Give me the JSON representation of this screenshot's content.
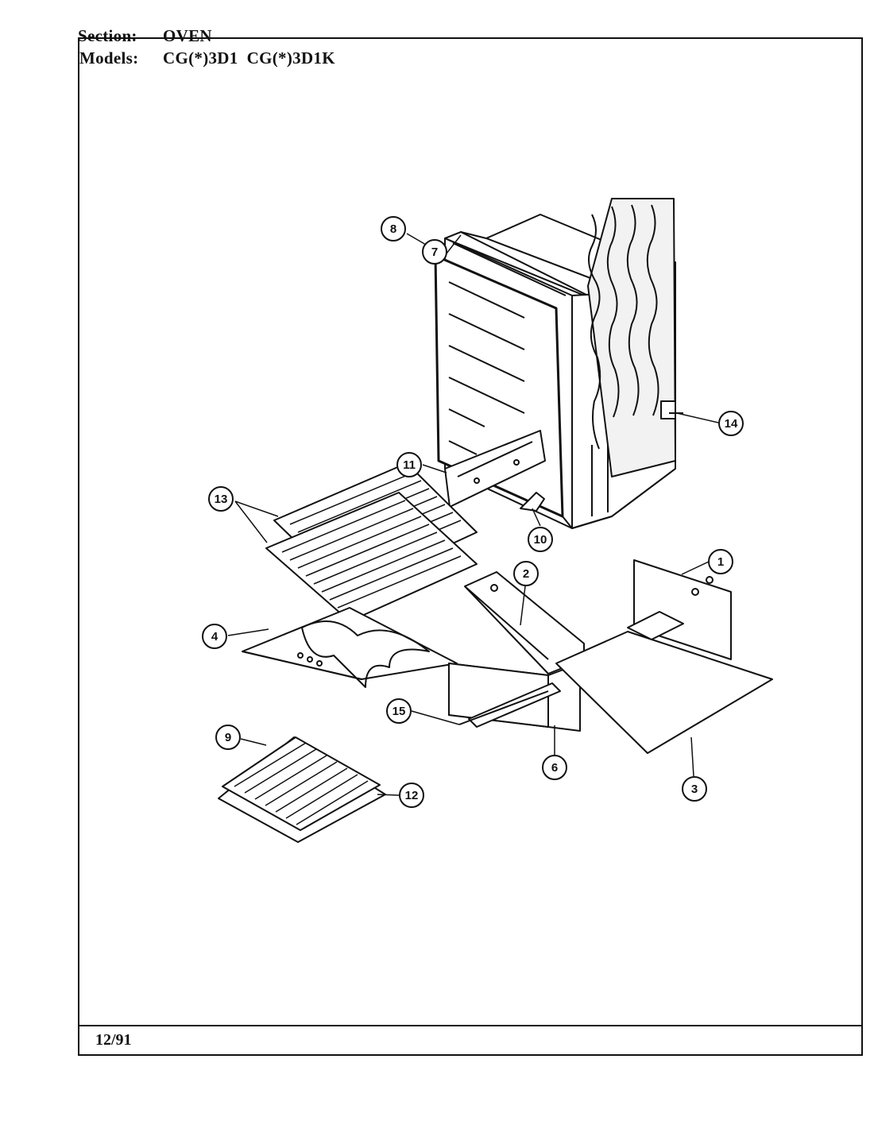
{
  "header": {
    "section_label": "Section:",
    "section_value": "OVEN",
    "models_label": "Models:",
    "models_value": "CG(*)3D1  CG(*)3D1K"
  },
  "footer": {
    "date": "12/91"
  },
  "diagram": {
    "callouts": [
      {
        "id": "1",
        "label": "1"
      },
      {
        "id": "2",
        "label": "2"
      },
      {
        "id": "3",
        "label": "3"
      },
      {
        "id": "4",
        "label": "4"
      },
      {
        "id": "6",
        "label": "6"
      },
      {
        "id": "7",
        "label": "7"
      },
      {
        "id": "8",
        "label": "8"
      },
      {
        "id": "9",
        "label": "9"
      },
      {
        "id": "10",
        "label": "10"
      },
      {
        "id": "11",
        "label": "11"
      },
      {
        "id": "12",
        "label": "12"
      },
      {
        "id": "13",
        "label": "13"
      },
      {
        "id": "14",
        "label": "14"
      },
      {
        "id": "15",
        "label": "15"
      }
    ],
    "colors": {
      "ink": "#111111",
      "paper": "#ffffff"
    }
  }
}
